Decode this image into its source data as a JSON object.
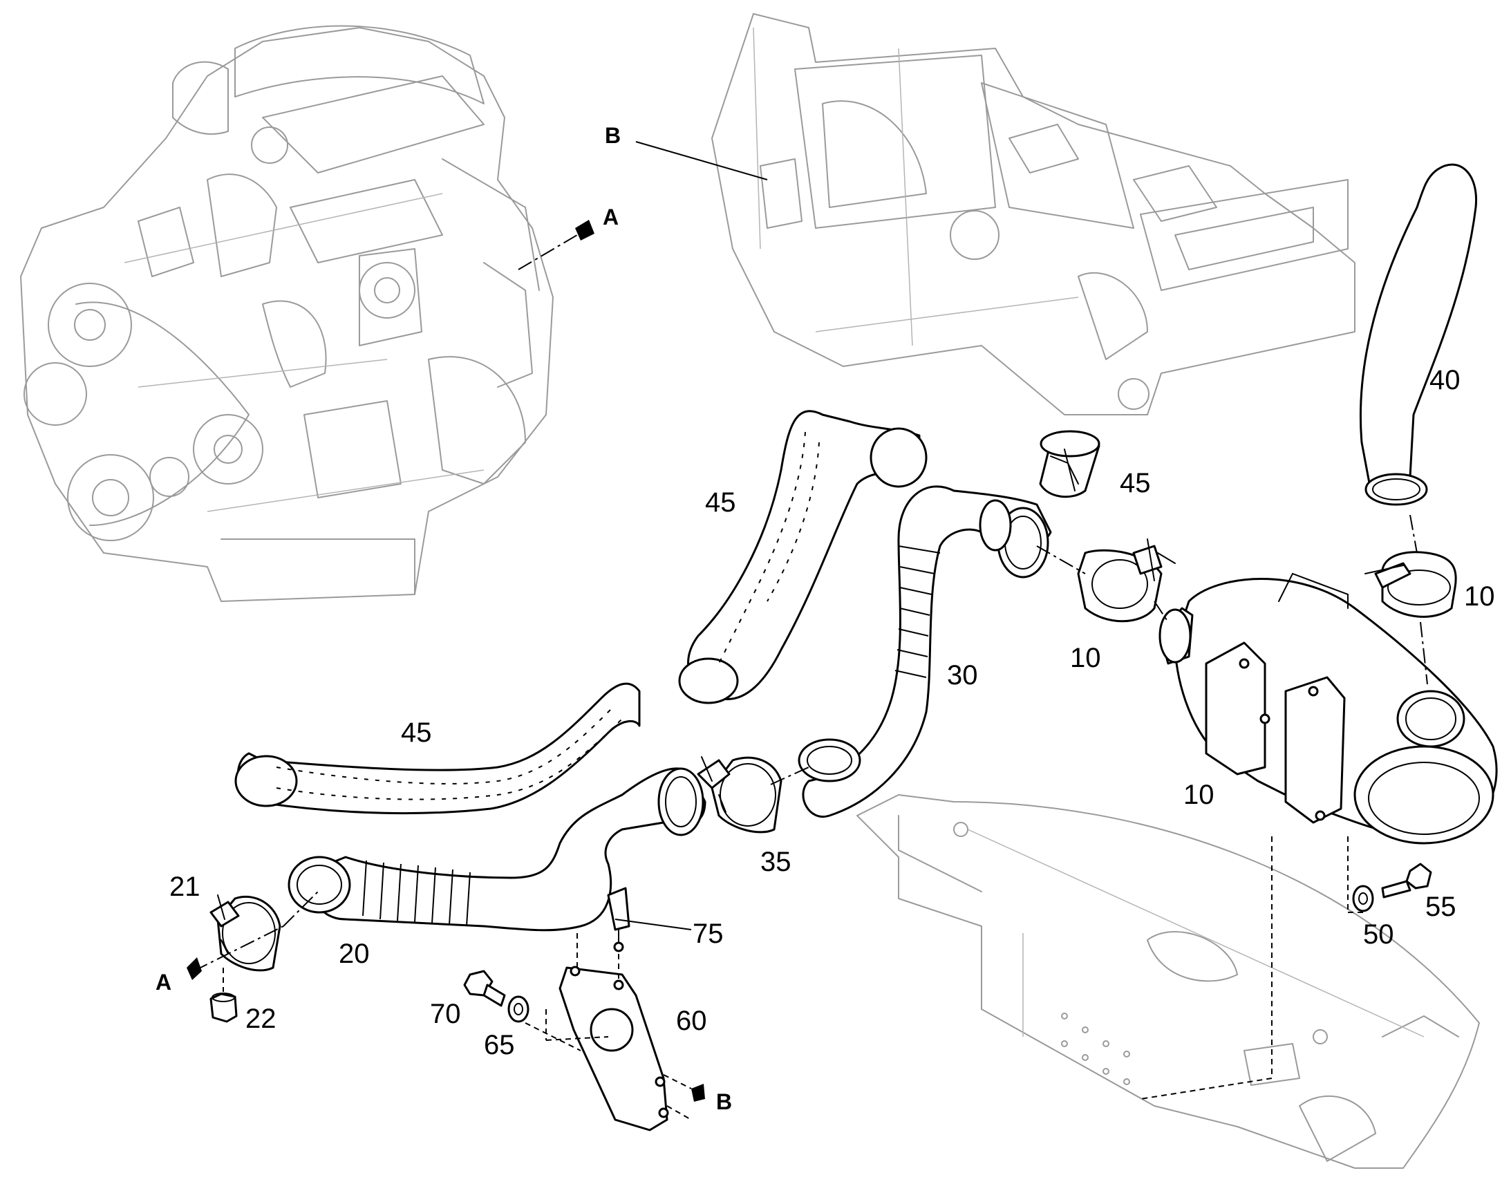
{
  "callouts": {
    "c10a": "10",
    "c10b": "10",
    "c10c": "10",
    "c20": "20",
    "c21": "21",
    "c22": "22",
    "c30": "30",
    "c35": "35",
    "c40": "40",
    "c45a": "45",
    "c45b": "45",
    "c45c": "45",
    "c50": "50",
    "c55": "55",
    "c60": "60",
    "c65": "65",
    "c70": "70",
    "c75": "75"
  },
  "view_letters": {
    "a_top": "A",
    "a_bottom": "A",
    "b_top": "B",
    "b_bottom": "B"
  }
}
